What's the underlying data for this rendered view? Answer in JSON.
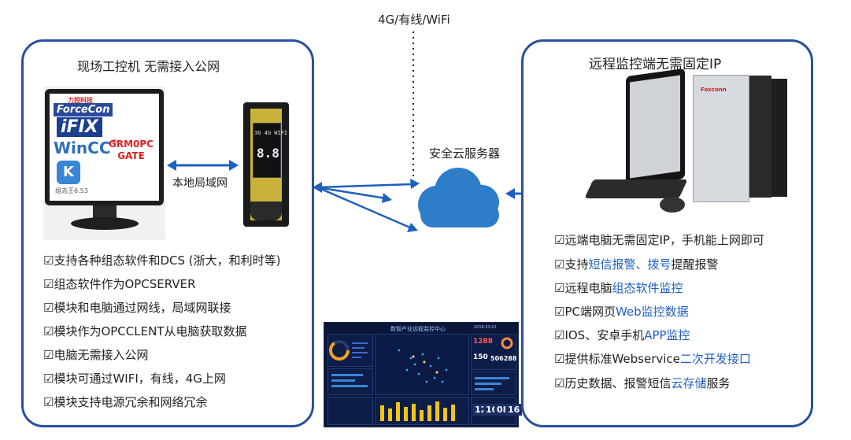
{
  "network_label": "4G/有线/WiFi",
  "left_panel": {
    "title": "现场工控机 无需接入公网",
    "lan_label": "本地局域网",
    "gateway_lines": [
      "GRM0PC",
      "GATE"
    ],
    "logos": {
      "forcecon_top": "力控科技",
      "forcecon": "ForceCon",
      "ifix": "iFIX",
      "wincc": "WinCC",
      "kingview": "K",
      "kingview_sub": "组态王6.53"
    },
    "device": {
      "top_text": "3G 4G WIFI",
      "display": "8.8"
    },
    "features": [
      "☑支持各种组态软件和DCS (浙大，和利时等)",
      "☑组态软件作为OPCSERVER",
      "☑模块和电脑通过网线，局域网联接",
      "☑模块作为OPCCLENT从电脑获取数据",
      "☑电脑无需接入公网",
      "☑模块可通过WIFI，有线，4G上网",
      "☑模块支持电源冗余和网络冗余"
    ]
  },
  "cloud_label": "安全云服务器",
  "dashboard": {
    "title": "数智产业远程监控中心",
    "date": "2018.03.02",
    "num1": "1288",
    "num2": "150",
    "num3": "506288",
    "digits": [
      "12",
      "10",
      "08",
      "16"
    ]
  },
  "right_panel": {
    "title": "远程监控端无需固定IP",
    "brand": "Foxconn",
    "features": [
      {
        "pre": "☑远端电脑无需固定IP，手机能上网即可",
        "hl": "",
        "post": ""
      },
      {
        "pre": "☑支持",
        "hl": "短信报警、拨号",
        "post": "提醒报警"
      },
      {
        "pre": "☑远程电脑",
        "hl": "组态软件监控",
        "post": ""
      },
      {
        "pre": "☑PC端网页",
        "hl": "Web监控数据",
        "post": ""
      },
      {
        "pre": "☑IOS、安卓手机",
        "hl": "APP监控",
        "post": ""
      },
      {
        "pre": "☑提供标准Webservice",
        "hl": "二次开发接口",
        "post": ""
      },
      {
        "pre": "☑历史数据、报警短信",
        "hl": "云存储",
        "post": "服务"
      }
    ]
  },
  "colors": {
    "panel_border": "#2a4f9c",
    "arrow": "#1f5fbf",
    "highlight": "#1f5fbf",
    "cloud": "#2e7dc9"
  }
}
